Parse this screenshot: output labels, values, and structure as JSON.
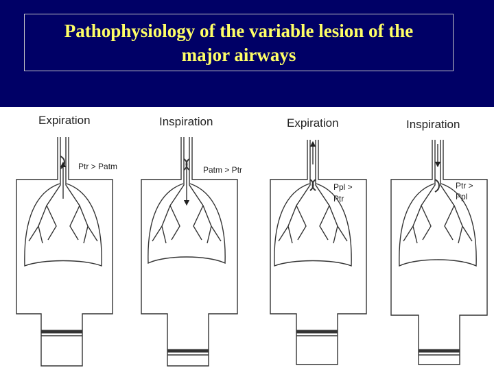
{
  "slide": {
    "title_line1": "Pathophysiology of the variable lesion of the",
    "title_line2": "major airways"
  },
  "panels": [
    {
      "label": "Expiration",
      "annotation": [
        "Ptr > Patm"
      ]
    },
    {
      "label": "Inspiration",
      "annotation": [
        "Patm > Ptr"
      ]
    },
    {
      "label": "Expiration",
      "annotation": [
        "Ppl >",
        "Ptr"
      ]
    },
    {
      "label": "Inspiration",
      "annotation": [
        "Ptr >",
        "Ppl"
      ]
    }
  ],
  "colors": {
    "band": "#000066",
    "title": "#ffff66"
  }
}
